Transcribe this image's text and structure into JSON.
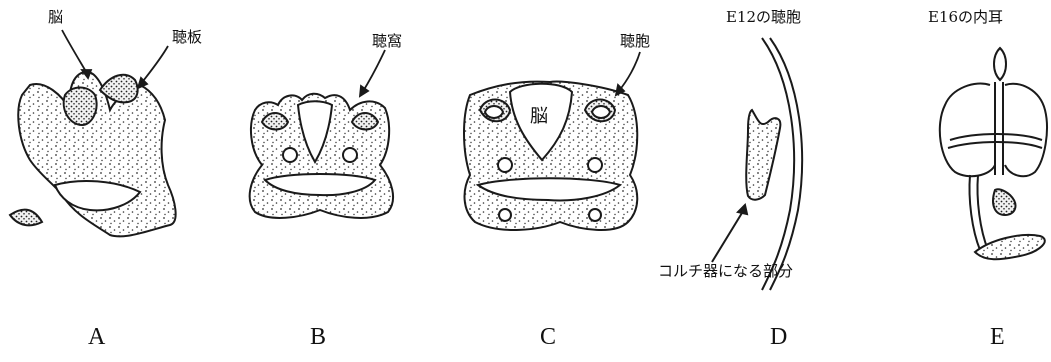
{
  "labels": {
    "brain_a": "脳",
    "otic_plate": "聴板",
    "otic_pit": "聴窩",
    "otic_vesicle": "聴胞",
    "brain_c": "脳",
    "e12_title": "E12の聴胞",
    "e16_title": "E16の内耳",
    "corti_part": "コルチ器になる部分"
  },
  "panels": [
    "A",
    "B",
    "C",
    "D",
    "E"
  ],
  "colors": {
    "ink": "#1a1a1a",
    "fill": "#ffffff"
  }
}
